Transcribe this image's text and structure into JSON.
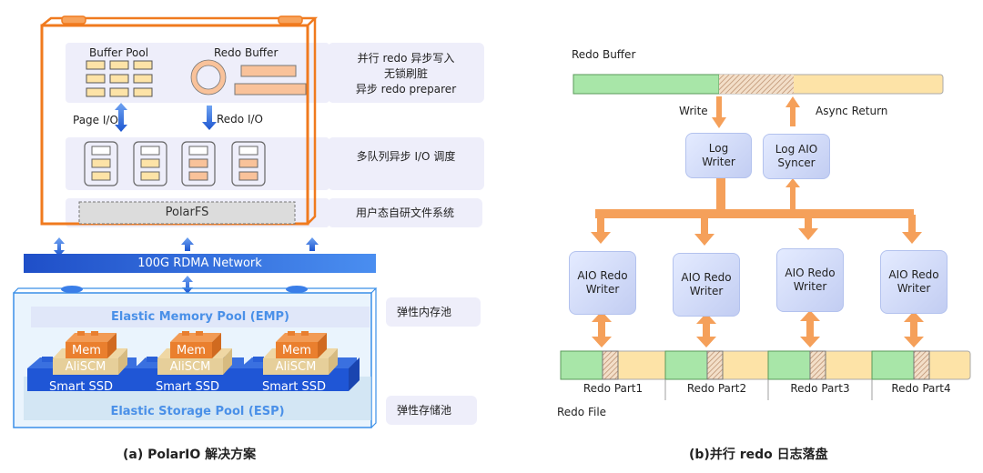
{
  "left": {
    "caption": "(a) PolarIO 解决方案",
    "buffer_pool": "Buffer Pool",
    "redo_buffer": "Redo Buffer",
    "page_io": "Page I/O",
    "redo_io": "Redo I/O",
    "polarfs": "PolarFS",
    "network": "100G RDMA  Network",
    "emp": "Elastic Memory Pool (EMP)",
    "esp": "Elastic Storage Pool  (ESP)",
    "modules": [
      {
        "mem": "Mem",
        "scm": "AliSCM",
        "ssd": "Smart SSD"
      },
      {
        "mem": "Mem",
        "scm": "AliSCM",
        "ssd": "Smart SSD"
      },
      {
        "mem": "Mem",
        "scm": "AliSCM",
        "ssd": "Smart SSD"
      }
    ],
    "side_labels": {
      "l1": "并行 redo 异步写入",
      "l2": "无锁刷脏",
      "l3": "异步 redo preparer",
      "queue": "多队列异步 I/O 调度",
      "fs": "用户态自研文件系统",
      "mem_pool": "弹性内存池",
      "storage_pool": "弹性存储池"
    }
  },
  "right": {
    "caption": "(b)并行 redo 日志落盘",
    "redo_buffer": "Redo Buffer",
    "write": "Write",
    "async_return": "Async Return",
    "log_writer": "Log Writer",
    "log_aio_syncer": "Log AIO Syncer",
    "aio_writers": [
      "AIO Redo Writer",
      "AIO Redo Writer",
      "AIO Redo Writer",
      "AIO Redo Writer"
    ],
    "parts": [
      "Redo Part1",
      "Redo Part2",
      "Redo Part3",
      "Redo Part4"
    ],
    "redo_file": "Redo File"
  },
  "colors": {
    "orange": "#f07a1e",
    "arrow_orange": "#f5a05a",
    "blue": "#2f6fe0",
    "green": "#a8e6a8",
    "yellow": "#fde3a7",
    "salmon": "#f9c29a"
  }
}
